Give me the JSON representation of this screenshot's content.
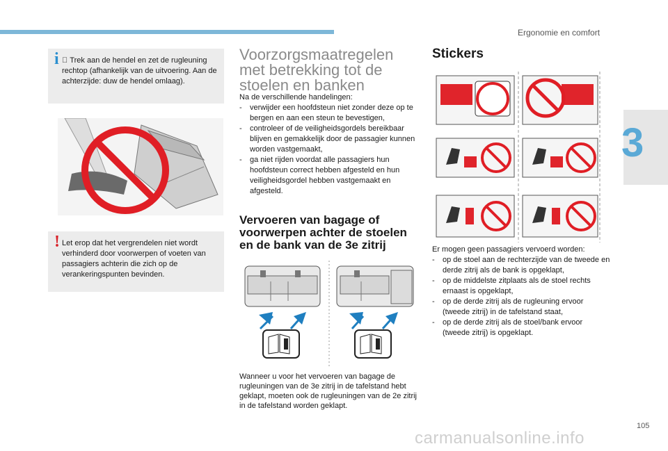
{
  "header": {
    "section_title": "Ergonomie en comfort"
  },
  "chapter_number": "3",
  "page_number": "105",
  "watermark": "carmanualsonline.info",
  "colors": {
    "accent_blue": "#7db7d8",
    "chapter_blue": "#5aa9d6",
    "warning_red": "#d8232a",
    "note_bg": "#ececec"
  },
  "note_info": {
    "icon": "info-icon",
    "text": "  Trek aan de hendel en zet de rugleuning rechtop (afhankelijk van de uitvoering. Aan de achterzijde: duw de hendel omlaag)."
  },
  "note_warning": {
    "icon": "warning-icon",
    "text": "Let erop dat het vergrendelen niet wordt verhinderd door voorwerpen of voeten van passagiers achterin die zich op de verankeringspunten bevinden."
  },
  "precautions": {
    "title": "Voorzorgsmaatregelen met betrekking tot de stoelen en banken",
    "intro": "Na de verschillende handelingen:",
    "items": [
      "verwijder een hoofdsteun niet zonder deze op te bergen en aan een steun te bevestigen,",
      "controleer of de veiligheidsgordels bereikbaar blijven en gemakkelijk door de passagier kunnen worden vastgemaakt,",
      "ga niet rijden voordat alle passagiers hun hoofdsteun correct hebben afgesteld en hun veiligheidsgordel hebben vastgemaakt en afgesteld."
    ]
  },
  "luggage": {
    "title": "Vervoeren van bagage of voorwerpen achter de stoelen en de bank van de 3e zitrij",
    "text": "Wanneer u voor het vervoeren van bagage de rugleuningen van de 3e zitrij in de tafelstand hebt geklapt, moeten ook de rugleuningen van de 2e zitrij in de tafelstand worden geklapt."
  },
  "stickers": {
    "title": "Stickers",
    "intro": "Er mogen geen passagiers vervoerd worden:",
    "items": [
      "op de stoel aan de rechterzijde van de tweede en derde zitrij als de bank is opgeklapt,",
      "op de middelste zitplaats als de stoel rechts ernaast is opgeklapt,",
      "op de derde zitrij als de rugleuning ervoor (tweede zitrij) in de tafelstand staat,",
      "op de derde zitrij als de stoel/bank ervoor (tweede zitrij) is opgeklapt."
    ]
  }
}
